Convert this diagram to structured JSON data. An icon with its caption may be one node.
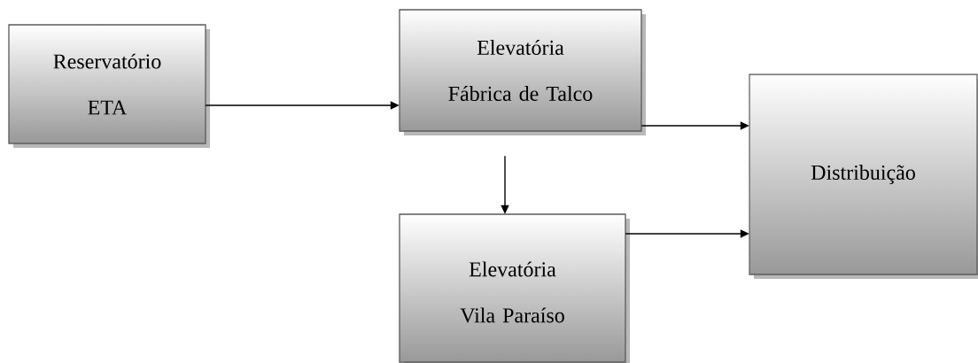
{
  "diagram": {
    "nodes": [
      {
        "text": [
          "Reservatório ETA"
        ]
      },
      {
        "text": [
          "Elevatória Fábrica de Talco"
        ]
      },
      {
        "text": [
          "Elevatória Vila Paraíso"
        ]
      },
      {
        "text": [
          "Distribuição"
        ]
      }
    ],
    "edges": [
      {
        "from": 0,
        "to": 1,
        "arrow": "to"
      },
      {
        "from": 1,
        "to": 3,
        "arrow": "to"
      },
      {
        "from": 1,
        "to": 2,
        "arrow": "to"
      },
      {
        "from": 2,
        "to": 3,
        "arrow": "to"
      }
    ]
  }
}
